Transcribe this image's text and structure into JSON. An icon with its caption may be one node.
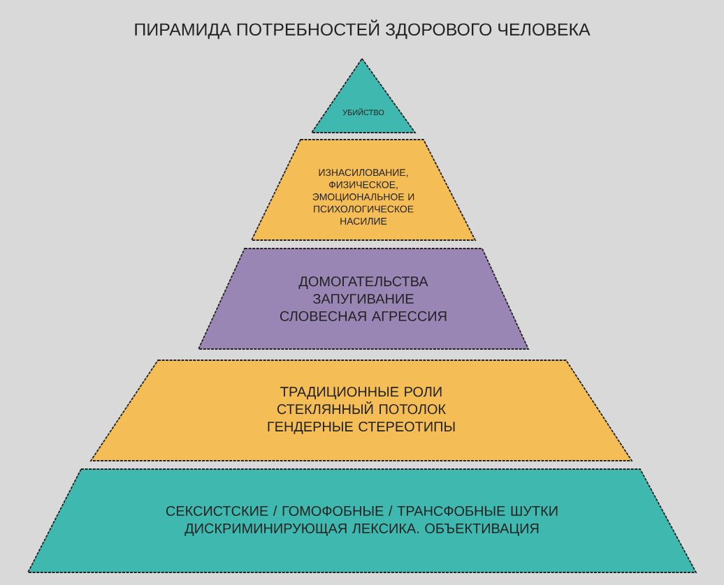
{
  "diagram": {
    "title": "ПИРАМИДА ПОТРЕБНОСТЕЙ ЗДОРОВОГО ЧЕЛОВЕКА",
    "nodes": [
      {
        "text": [
          "УБИЙСТВО"
        ]
      },
      {
        "text": [
          "ИЗНАСИЛОВАНИЕ, ФИЗИЧЕСКОЕ, ЭМОЦИОНАЛЬНОЕ И ПСИХОЛОГИЧЕСКОЕ НАСИЛИЕ"
        ]
      },
      {
        "text": [
          "ДОМОГАТЕЛЬСТВА",
          "ЗАПУГИВАНИЕ",
          "СЛОВЕСНАЯ АГРЕССИЯ"
        ]
      },
      {
        "text": [
          "ТРАДИЦИОННЫЕ РОЛИ",
          "СТЕКЛЯННЫЙ ПОТОЛОК",
          "ГЕНДЕРНЫЕ СТЕРЕОТИПЫ"
        ]
      },
      {
        "text": [
          "СЕКСИСТСКИЕ / ГОМОФОБНЫЕ / ТРАНСФОБНЫЕ ШУТКИ",
          "ДИСКРИМИНИРУЮЩАЯ ЛЕКСИКА. ОБЪЕКТИВАЦИЯ"
        ]
      }
    ]
  }
}
